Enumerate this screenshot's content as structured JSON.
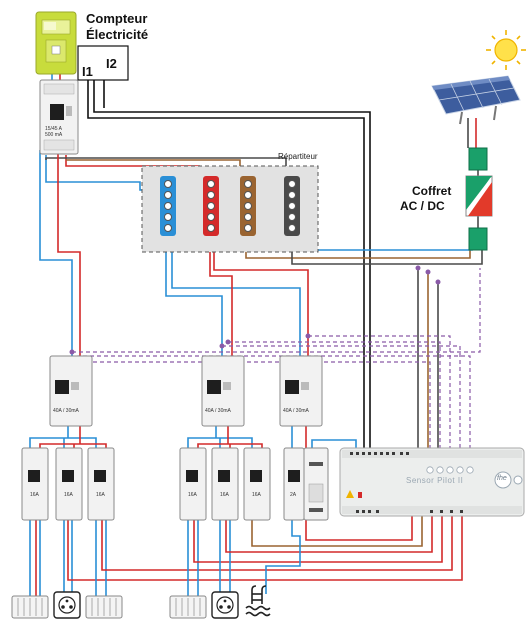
{
  "meter": {
    "title": "Compteur",
    "subtitle": "Électricité",
    "i1": "I1",
    "i2": "I2"
  },
  "main_breaker": {
    "rating": "15/45 A",
    "sensitivity": "500 mA"
  },
  "repartiteur": {
    "label": "Répartiteur"
  },
  "coffret": {
    "line1": "Coffret",
    "line2": "AC / DC"
  },
  "rcd": {
    "rating": "40A / 30mA"
  },
  "mcb": {
    "rating": "16A",
    "rating_small": "2A"
  },
  "sensor_pilot": {
    "name": "Sensor Pilot II",
    "brand": "fhe"
  },
  "colors": {
    "neutral": "#2a8fd6",
    "phase1": "#d42a2a",
    "phase2": "#9a6431",
    "phase3": "#4a4a4a",
    "black": "#111111",
    "pilot": "#8a5aa8",
    "accent_green": "#1aa06a",
    "meter_yellow": "#c8dc3c"
  },
  "icons": [
    "solar-panel-icon",
    "sun-icon",
    "radiator-icon",
    "socket-icon",
    "pool-icon"
  ]
}
